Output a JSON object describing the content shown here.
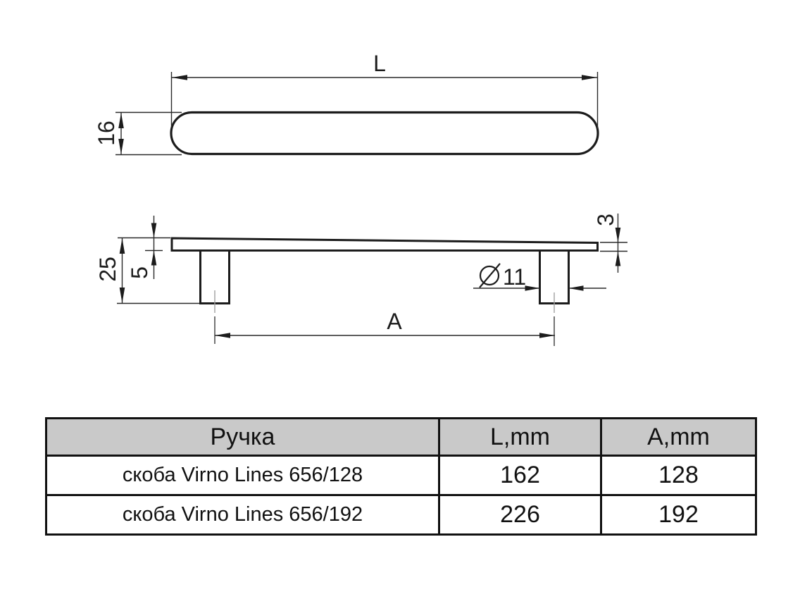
{
  "drawing": {
    "dim_length": "L",
    "dim_height": "16",
    "dim_overall_height": "25",
    "dim_left_thickness": "5",
    "dim_right_thickness": "3",
    "dim_hole_diameter": "11",
    "dim_hole_spacing": "A"
  },
  "table": {
    "headers": [
      "Ручка",
      "L,mm",
      "A,mm"
    ],
    "rows": [
      {
        "name": "скоба Virno Lines 656/128",
        "l": "162",
        "a": "128"
      },
      {
        "name": "скоба Virno Lines 656/192",
        "l": "226",
        "a": "192"
      }
    ]
  },
  "colors": {
    "outline": "#1c1c1c",
    "dimension_line": "#2a2a2a",
    "centerline_gray": "#a0a0a0",
    "table_border": "#111111",
    "header_background": "#c9c9c9",
    "background": "#ffffff"
  }
}
